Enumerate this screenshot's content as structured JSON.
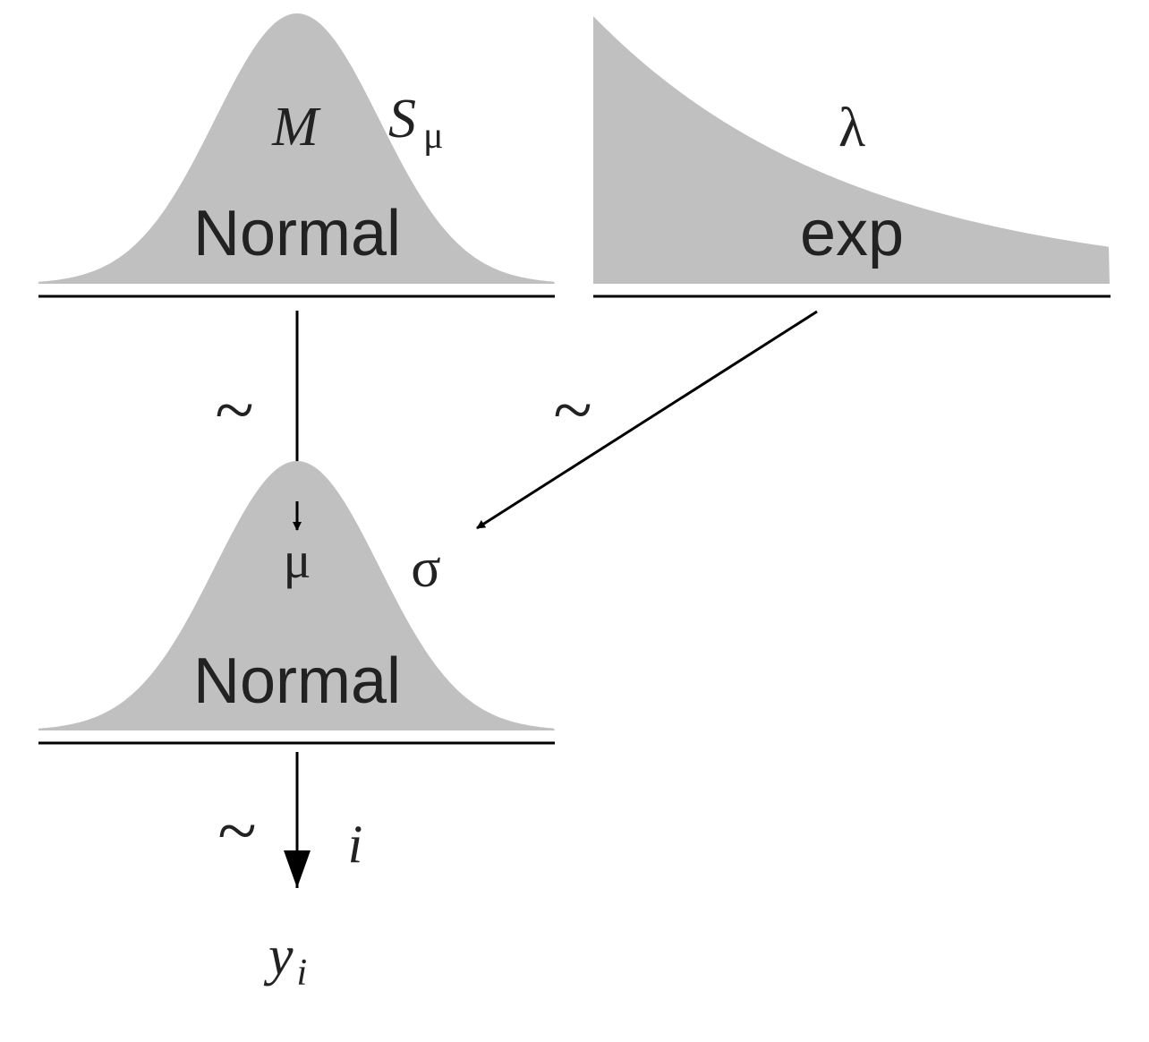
{
  "colors": {
    "fill": "#c0c0c0",
    "line": "#000000",
    "text": "#222222"
  },
  "top_left": {
    "distribution": "Normal",
    "param1": "M",
    "param2_base": "S",
    "param2_sub": "μ"
  },
  "top_right": {
    "distribution": "exp",
    "param1": "λ"
  },
  "middle": {
    "distribution": "Normal",
    "param1": "μ",
    "param2": "σ"
  },
  "arrows": {
    "tilde": "~"
  },
  "bottom": {
    "index": "i",
    "data_base": "y",
    "data_sub": "i"
  }
}
